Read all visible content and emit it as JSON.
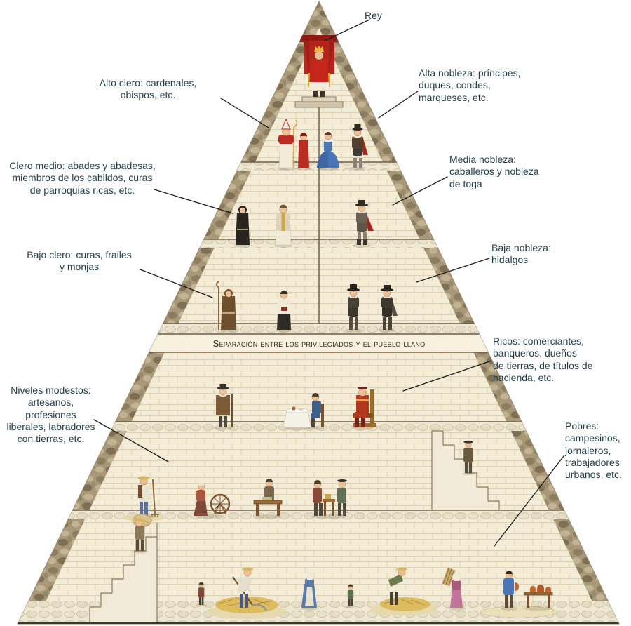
{
  "labels": {
    "rey": "Rey",
    "alto_clero": "Alto clero: cardenales,\nobispos, etc.",
    "alta_nobleza": "Alta nobleza: príncipes,\nduques, condes,\nmarqueses, etc.",
    "clero_medio": "Clero medio: abades y abadesas,\nmiembros de los cabildos, curas\nde parroquias ricas, etc.",
    "media_nobleza": "Media nobleza:\ncaballeros y nobleza\nde toga",
    "bajo_clero": "Bajo clero: curas, frailes\ny monjas",
    "baja_nobleza": "Baja nobleza:\nhidalgos",
    "separacion": "Separación entre los privilegiados y el pueblo llano",
    "ricos": "Ricos: comerciantes,\nbanqueros, dueños\nde tierras, de títulos de\nhacienda, etc.",
    "niveles_modestos": "Niveles modestos:\nartesanos,\nprofesiones\nliberales, labradores\ncon tierras, etc.",
    "pobres": "Pobres:\ncampesinos,\njornaleros,\ntrabajadores\nurbanos, etc."
  },
  "colors": {
    "background": "#ffffff",
    "brick_wall": "#f3ecd8",
    "brick_mortar": "#ddd1b4",
    "stone_edge": "#a89878",
    "floor": "#eee7d1",
    "label_text": "#1f3b49",
    "callout_line": "#1c1c1c",
    "royal_red": "#c3271b"
  },
  "figures": [
    "king-figure",
    "throne-platform",
    "bishop-figure",
    "cardinal-figure",
    "noble-lady-figure",
    "noble-man-figure",
    "monk-figure",
    "priest-figure",
    "caballero-figure",
    "friar-figure",
    "cleric-figure",
    "hidalgo-figure",
    "hidalgo-2-figure",
    "rich-gentleman-figure",
    "banker-table",
    "merchant-figure",
    "rich-man-seated-figure",
    "farmer-figure",
    "spinner-figure",
    "carpenter-figure",
    "artisans-figures",
    "stairs-walker-figure",
    "bundle-carrier-figure",
    "child-figure",
    "reaper-figure",
    "wheat-pile",
    "gleaner-figure",
    "child-2-figure",
    "harvest-bundler-figure",
    "firewood-woman-figure",
    "potter-figure",
    "pottery-table"
  ]
}
